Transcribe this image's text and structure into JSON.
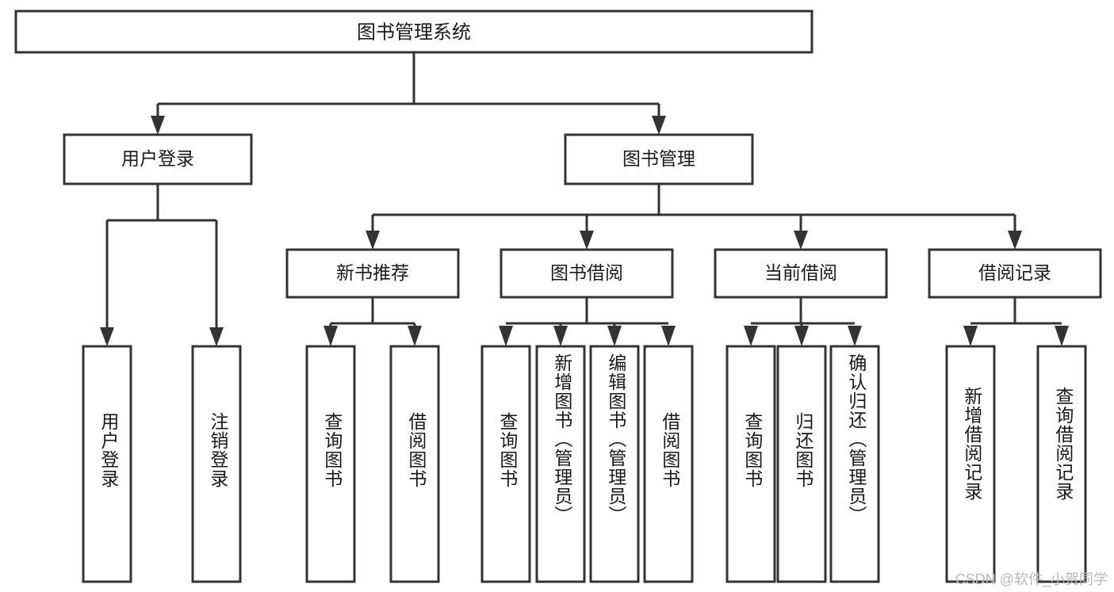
{
  "diagram": {
    "title": "图书管理系统",
    "type": "tree-hierarchy-chart",
    "root": {
      "id": "root",
      "label": "图书管理系统",
      "orientation": "horizontal"
    },
    "level2": [
      {
        "id": "user-login",
        "label": "用户登录",
        "orientation": "horizontal"
      },
      {
        "id": "book-manage",
        "label": "图书管理",
        "orientation": "horizontal"
      }
    ],
    "level3": [
      {
        "id": "new-book-rec",
        "label": "新书推荐",
        "orientation": "horizontal",
        "parent": "book-manage"
      },
      {
        "id": "book-borrow",
        "label": "图书借阅",
        "orientation": "horizontal",
        "parent": "book-manage"
      },
      {
        "id": "current-borrow",
        "label": "当前借阅",
        "orientation": "horizontal",
        "parent": "book-manage"
      },
      {
        "id": "borrow-record",
        "label": "借阅记录",
        "orientation": "horizontal",
        "parent": "book-manage"
      }
    ],
    "leaves": {
      "user_login": [
        {
          "id": "leaf-user-login",
          "label": "用户登录",
          "orientation": "vertical"
        },
        {
          "id": "leaf-logout",
          "label": "注销登录",
          "orientation": "vertical"
        }
      ],
      "new_book_rec": [
        {
          "id": "leaf-query-book-1",
          "label": "查询图书",
          "orientation": "vertical"
        },
        {
          "id": "leaf-borrow-book-1",
          "label": "借阅图书",
          "orientation": "vertical"
        }
      ],
      "book_borrow": [
        {
          "id": "leaf-query-book-2",
          "label": "查询图书",
          "orientation": "vertical"
        },
        {
          "id": "leaf-add-book",
          "label": "新增图书（管理员）",
          "orientation": "vertical"
        },
        {
          "id": "leaf-edit-book",
          "label": "编辑图书（管理员）",
          "orientation": "vertical"
        },
        {
          "id": "leaf-borrow-book-2",
          "label": "借阅图书",
          "orientation": "vertical"
        }
      ],
      "current_borrow": [
        {
          "id": "leaf-query-book-3",
          "label": "查询图书",
          "orientation": "vertical"
        },
        {
          "id": "leaf-return-book",
          "label": "归还图书",
          "orientation": "vertical"
        },
        {
          "id": "leaf-confirm-return",
          "label": "确认归还（管理员）",
          "orientation": "vertical"
        }
      ],
      "borrow_record": [
        {
          "id": "leaf-add-record",
          "label": "新增借阅记录",
          "orientation": "vertical"
        },
        {
          "id": "leaf-query-record",
          "label": "查询借阅记录",
          "orientation": "vertical"
        }
      ]
    },
    "colors": {
      "background": "#ffffff",
      "box_fill": "#ffffff",
      "box_stroke": "#333333",
      "connector": "#333333",
      "text": "#1a1a1a",
      "watermark": "#b9b9b9"
    }
  },
  "watermark": {
    "text": "CSDN @软件_小贺同学"
  }
}
